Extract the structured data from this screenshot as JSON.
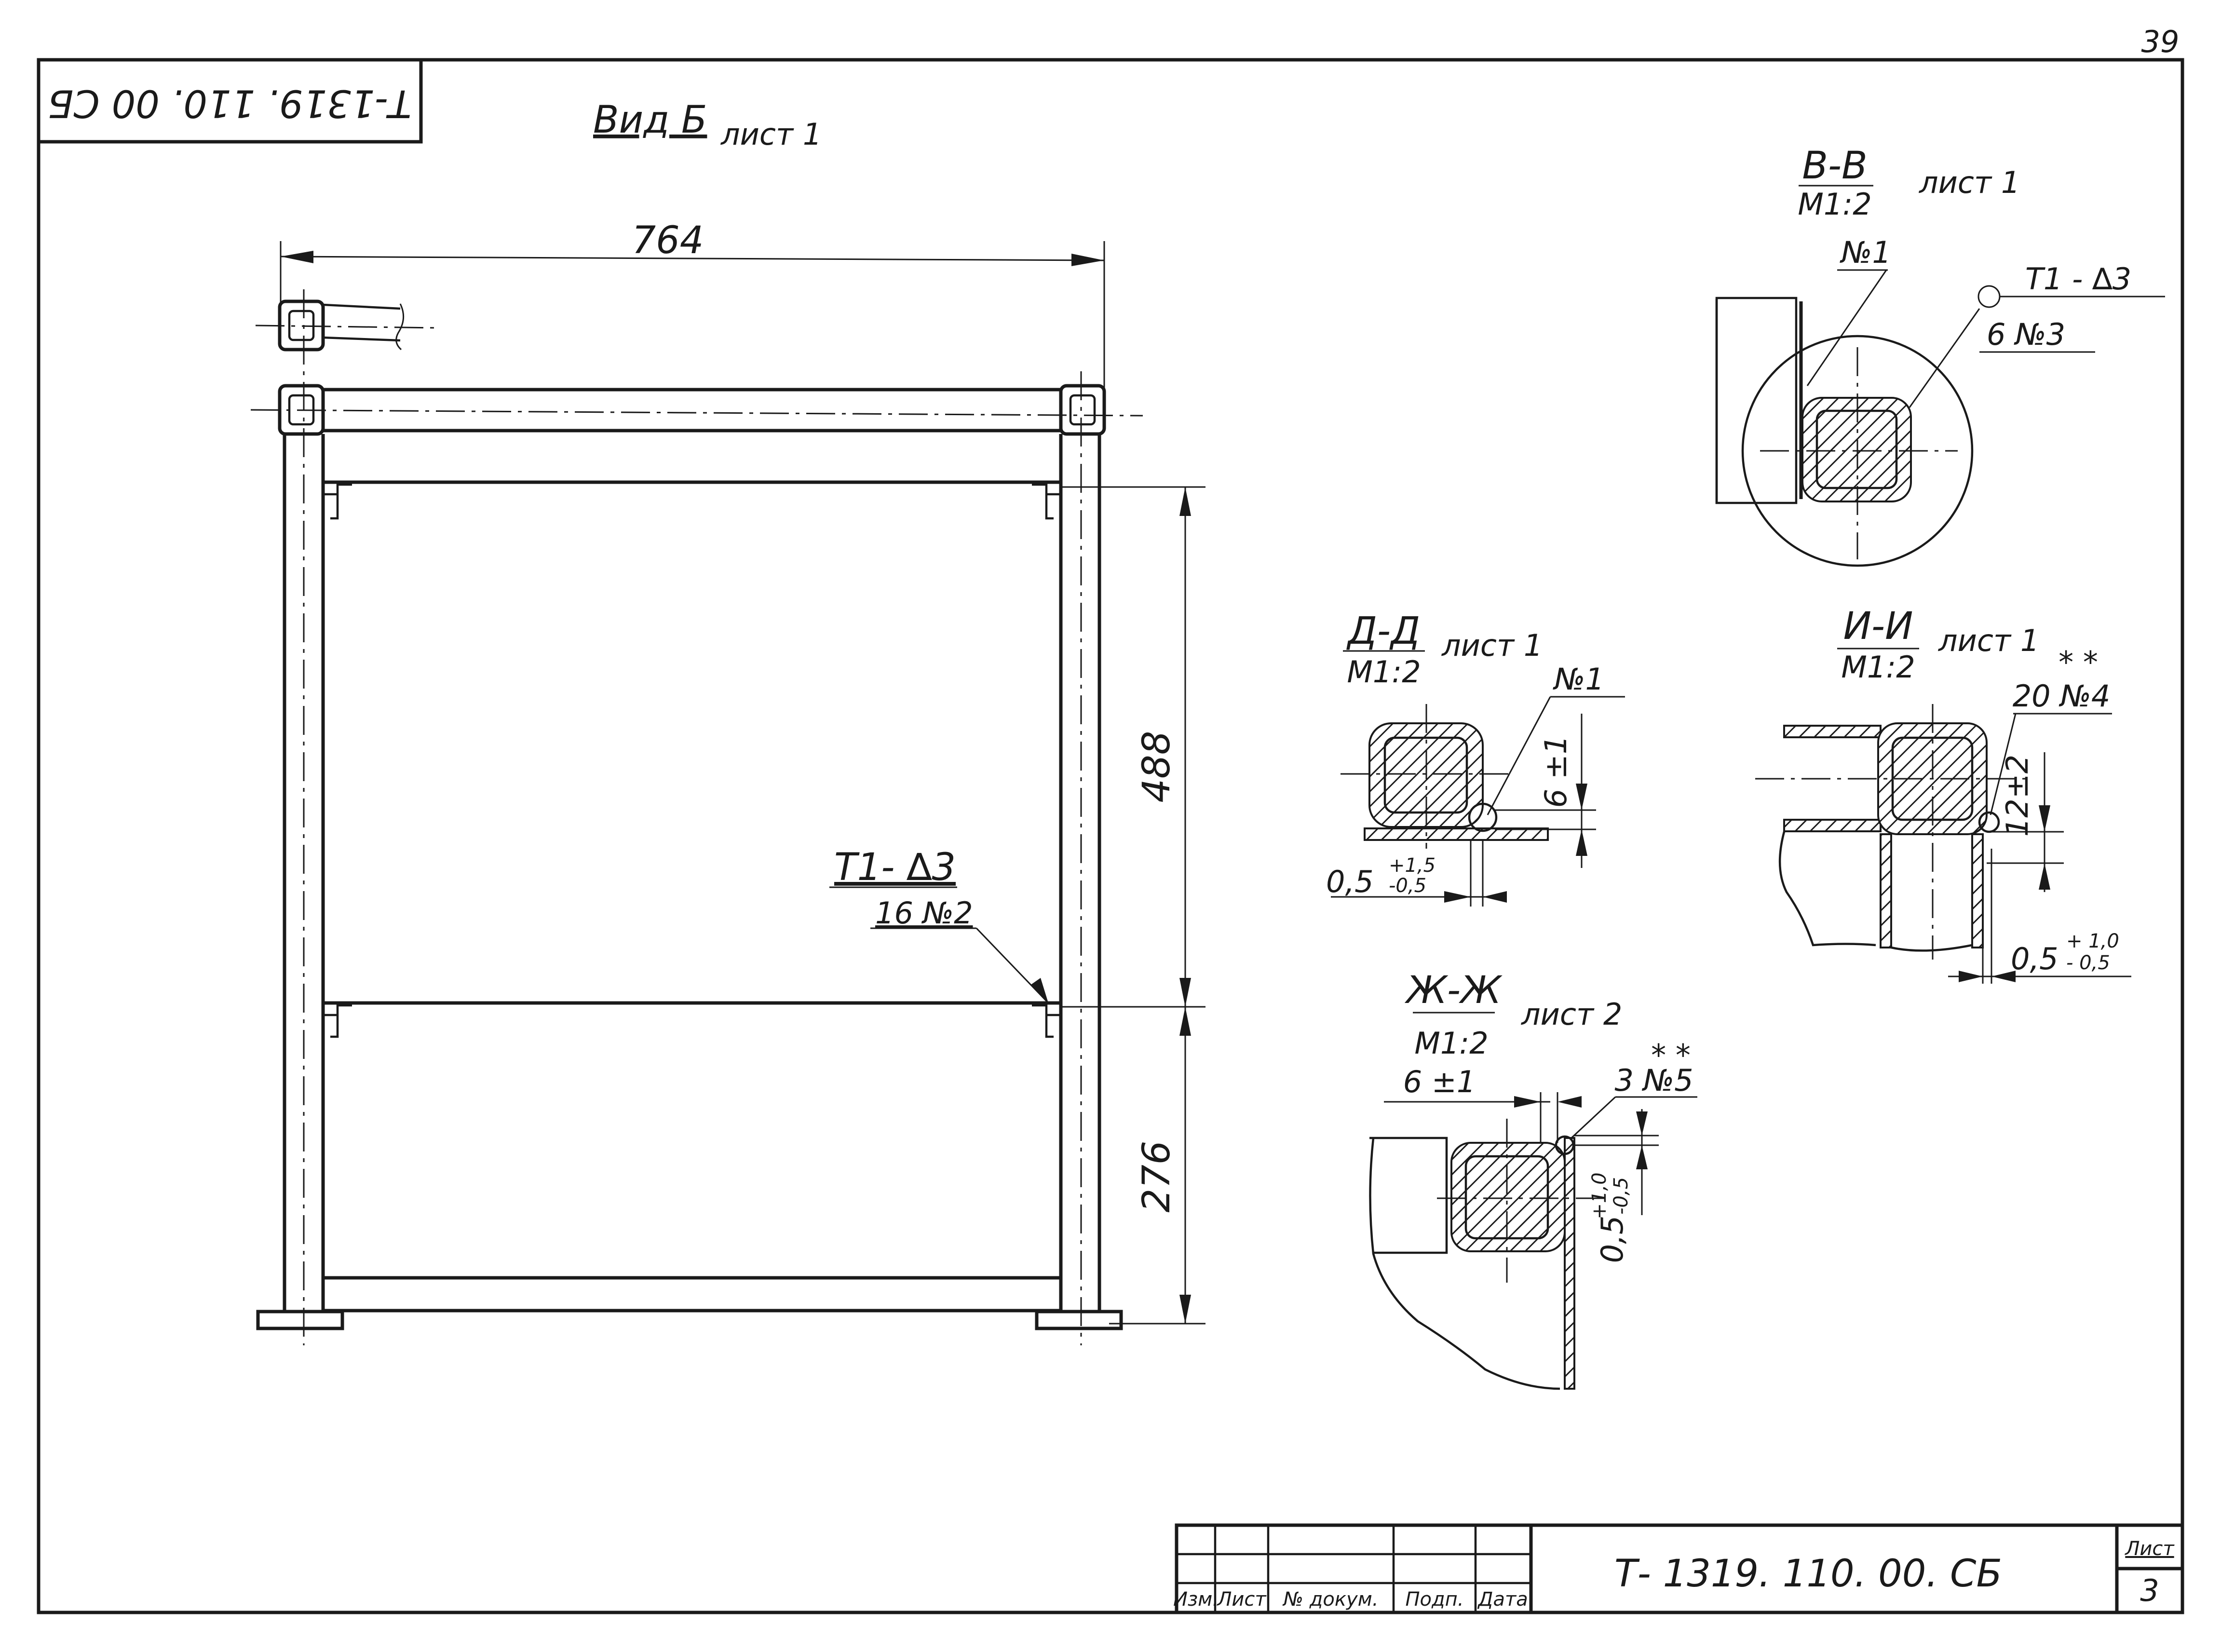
{
  "page_number": "39",
  "corner_stamp": "Т-1319. 110. 00 СБ",
  "main_view": {
    "label": "Вид Б",
    "sheet": "лист 1",
    "dim_width": "764",
    "dim_upper": "488",
    "dim_lower": "276",
    "weld_symbol": "Т1- ∆3",
    "weld_ref": "16 №2"
  },
  "section_vv": {
    "label": "В-В",
    "scale": "М1:2",
    "sheet": "лист 1",
    "part_ref": "№1",
    "weld_symbol": "Т1 - ∆3",
    "weld_ref": "6 №3"
  },
  "section_dd": {
    "label": "Д-Д",
    "scale": "М1:2",
    "sheet": "лист 1",
    "part_ref": "№1",
    "dim_gap": "6 ±1",
    "dim_tol": "0,5 ",
    "dim_tol_upper": "+1,5",
    "dim_tol_lower": "-0,5"
  },
  "section_ii": {
    "label": "И-И",
    "scale": "М1:2",
    "sheet": "лист 1",
    "mark": "* *",
    "part_ref": "20 №4",
    "dim_gap": "12±2",
    "dim_tol": "0,5",
    "dim_tol_upper": "+ 1,0",
    "dim_tol_lower": "- 0,5"
  },
  "section_zhzh": {
    "label": "Ж-Ж",
    "scale": "М1:2",
    "sheet": "лист 2",
    "dim_gap": "6 ±1",
    "mark": "* *",
    "part_ref": "3 №5",
    "dim_tol": "0,5",
    "dim_tol_upper": "+1,0",
    "dim_tol_lower": "-0,5"
  },
  "title_block": {
    "doc_number": "Т- 1319. 110. 00. СБ",
    "col_izm": "Изм.",
    "col_list": "Лист",
    "col_doc": "№ докум.",
    "col_sign": "Подп.",
    "col_date": "Дата",
    "sheet_label": "Лист",
    "sheet_number": "3"
  }
}
